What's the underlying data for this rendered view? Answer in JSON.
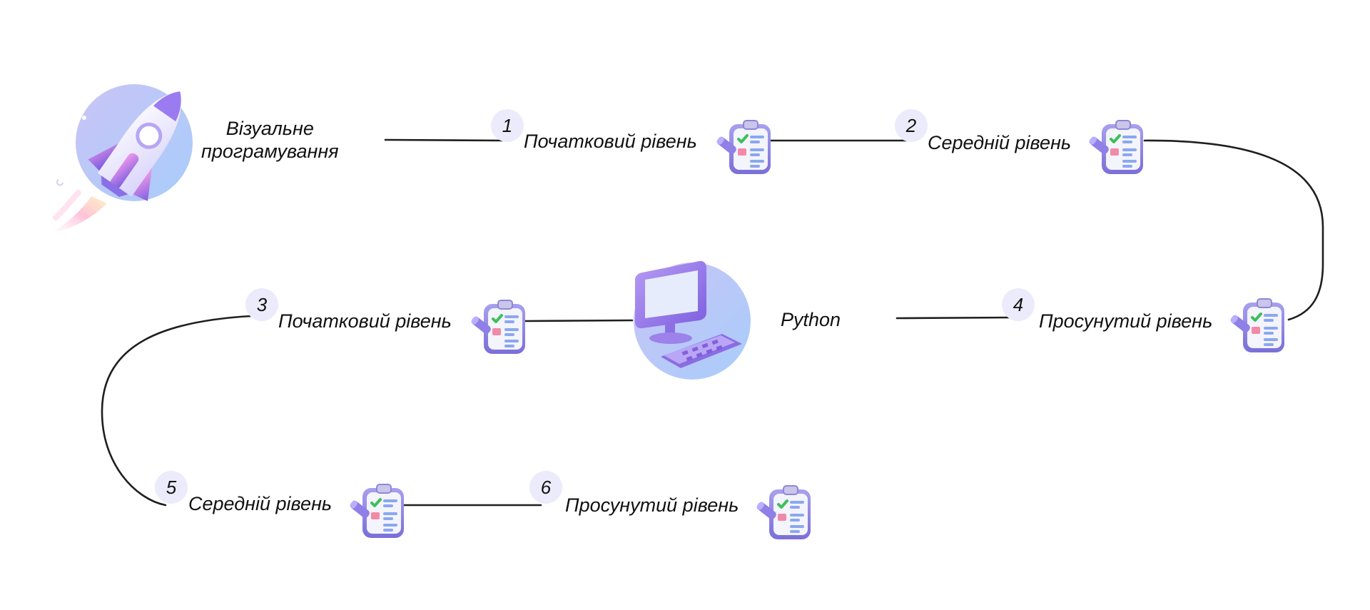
{
  "start": {
    "label_line1": "Візуальне",
    "label_line2": "програмування"
  },
  "python": {
    "label": "Python"
  },
  "levels": [
    {
      "number": "1",
      "label": "Початковий рівень"
    },
    {
      "number": "2",
      "label": "Середній рівень"
    },
    {
      "number": "3",
      "label": "Початковий рівень"
    },
    {
      "number": "4",
      "label": "Просунутий рівень"
    },
    {
      "number": "5",
      "label": "Середній рівень"
    },
    {
      "number": "6",
      "label": "Просунутий рівень"
    }
  ],
  "colors": {
    "line": "#1f1f1f",
    "badge_bg": "#ecebfb",
    "accent_purple": "#8f73e6",
    "accent_blue": "#a9c6f7",
    "accent_pink": "#f06ad0"
  },
  "icons": {
    "start": "rocket-icon",
    "python": "computer-icon",
    "level": "checklist-clipboard-icon"
  }
}
